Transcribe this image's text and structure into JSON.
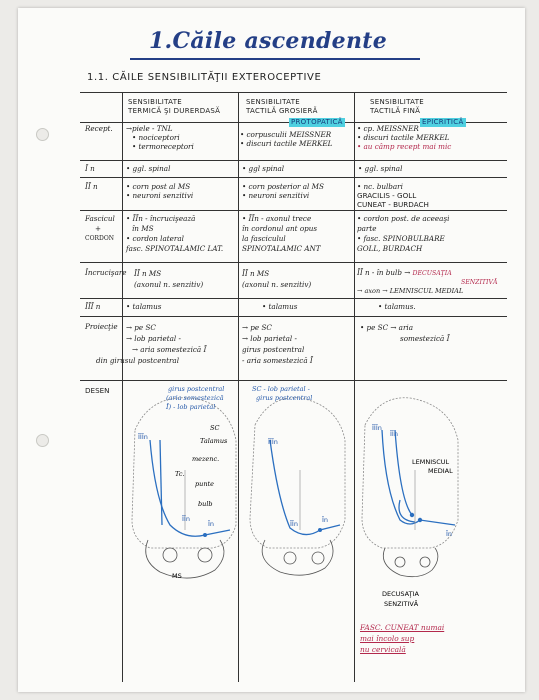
{
  "title": "1.Căile ascendente",
  "subtitle": "1.1. CĂILE SENSIBILITĂŢII EXTEROCEPTIVE",
  "columns": {
    "c1": [
      "SENSIBILITATE",
      "TERMICĂ ŞI DURERDASĂ"
    ],
    "c2": [
      "SENSIBILITATE",
      "TACTILĂ GROSIERĂ"
    ],
    "c2_tag": "PROTOPATICĂ",
    "c3": [
      "SENSIBILITATE",
      "TACTILĂ FINĂ"
    ],
    "c3_tag": "EPICRITICĂ"
  },
  "rows": {
    "recept": {
      "label": "Recept.",
      "c1": [
        "→piele - TNL",
        "• nociceptori",
        "• termoreceptori"
      ],
      "c2": [
        "• corpusculii MEISSNER",
        "• discuri tactile MERKEL"
      ],
      "c3": [
        "• cp. MEISSNER",
        "• discuri tactile MERKEL",
        "• au câmp recept mai mic"
      ]
    },
    "n1": {
      "label": "Ī n",
      "c1": [
        "• ggl. spinal"
      ],
      "c2": [
        "• ggl spinal"
      ],
      "c3": [
        "• ggl. spinal"
      ]
    },
    "n2": {
      "label": "ĪĪ n",
      "c1": [
        "• corn post al MS",
        "• neuroni senzitivi"
      ],
      "c2": [
        "• corn posterior al MS",
        "• neuroni senzitivi"
      ],
      "c3": [
        "• nc. bulbari",
        "GRACILIS - GOLL",
        "CUNEAT - BURDACH"
      ]
    },
    "fascicul": {
      "label": [
        "Fascicul",
        "+",
        "CORDON"
      ],
      "c1": [
        "• ĪĪn - încrucişează",
        "în MS",
        "• cordon lateral",
        "fasc. SPINOTALAMIC LAT."
      ],
      "c2": [
        "• ĪĪn - axonul trece",
        "în cordonul ant opus",
        "la fasciculul",
        "SPINOTALAMIC ANT"
      ],
      "c3": [
        "• cordon post. de aceeaşi",
        "parte",
        "• fasc. SPINOBULBARE",
        "GOLL, BURDACH"
      ]
    },
    "incrucisare": {
      "label": "Încrucişare",
      "c1": [
        "ĪĪ n MS",
        "(axonul n. senzitiv)"
      ],
      "c2": [
        "ĪĪ n MS",
        "(axonul n. senzitiv)"
      ],
      "c3": [
        "ĪĪ n - în bulb →",
        "DECUSAŢIA",
        "SENZITIVĂ",
        "→ axon → LEMNISCUL MEDIAL"
      ]
    },
    "n3": {
      "label": "ĪĪĪ n",
      "c1": [
        "• talamus"
      ],
      "c2": [
        "• talamus"
      ],
      "c3": [
        "• talamus."
      ]
    },
    "proiectie": {
      "label": "Proiecţie",
      "c1": [
        "→ pe SC",
        "→ lob parietal -",
        "→ aria somestezică Ī",
        "din girusul postcentral"
      ],
      "c2": [
        "→ pe SC",
        "→ lob parietal -",
        "girus postcentral",
        "- aria somestezică Ī"
      ],
      "c3": [
        "• pe SC → aria",
        "somestezică Ī"
      ]
    },
    "desen": {
      "label": "DESEN",
      "d1": [
        "girus postcentral",
        "(aria somestezică",
        "Ī) - lob parietal",
        "SC",
        "Talamus",
        "mezenc.",
        "Tc.",
        "punte",
        "bulb",
        "ĪĪn",
        "ĪĪĪn",
        "Īn",
        "MS"
      ],
      "d2": [
        "SC - lob parietal -",
        "girus postcentral",
        "ĪĪĪn",
        "ĪĪn",
        "Īn"
      ],
      "d3": [
        "ĪĪĪn",
        "ĪĪn",
        "LEMNISCUL",
        "MEDIAL",
        "Īn",
        "DECUSAŢIA",
        "SENZITIVĂ"
      ],
      "note": [
        "FASC. CUNEAT numai",
        "mai încolo sup",
        "nu cervicală"
      ]
    }
  },
  "colors": {
    "ink_blue": "#2357a8",
    "ink_red": "#b3284c",
    "highlight": "#4fd0e0",
    "title": "#243f86"
  }
}
